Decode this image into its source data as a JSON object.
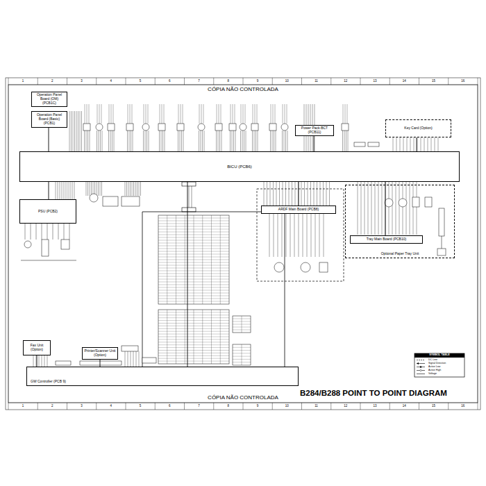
{
  "diagram": {
    "title": "B284/B288 POINT TO POINT DIAGRAM",
    "nodes": [
      {
        "text": [
          "Operation Panel Board (OM) (PCB1C)"
        ]
      },
      {
        "text": [
          "Operation Panel Board (Basic) (PCB1)"
        ]
      },
      {
        "text": [
          "Power Pack-BCT (PCB11)"
        ]
      },
      {
        "text": [
          "Key Card (Option)"
        ]
      },
      {
        "text": [
          "BICU (PCB6)"
        ]
      },
      {
        "text": [
          "PSU (PCB2)"
        ]
      },
      {
        "text": [
          "ARDF Main Board (PCB8)"
        ]
      },
      {
        "text": [
          "Optional Paper Tray Unit"
        ]
      },
      {
        "text": [
          "Tray Main Board (PCB10)"
        ],
        "in": 7
      },
      {
        "text": [
          "Fax Unit (Option)"
        ]
      },
      {
        "text": [
          "Printer/Scanner Unit (Option)"
        ]
      },
      {
        "text": [
          "GW Controller (PCB 9)"
        ]
      }
    ],
    "edges": [
      {
        "from": 1,
        "to": 4,
        "arrow": "none"
      },
      {
        "from": 2,
        "to": 4,
        "arrow": "none"
      },
      {
        "from": 3,
        "to": 4,
        "arrow": "none"
      },
      {
        "from": 4,
        "to": 5,
        "arrow": "none"
      },
      {
        "from": 4,
        "to": 6,
        "arrow": "none"
      },
      {
        "from": 4,
        "to": 8,
        "arrow": "none"
      },
      {
        "from": 4,
        "to": 11,
        "arrow": "none"
      },
      {
        "from": 9,
        "to": 11,
        "arrow": "none"
      },
      {
        "from": 10,
        "to": 11,
        "arrow": "none"
      }
    ],
    "labels": [
      "CÓPIA NÃO CONTROLADA",
      "CÓPIA NÃO CONTROLADA",
      "1",
      "2",
      "3",
      "4",
      "5",
      "6",
      "7",
      "8",
      "9",
      "10",
      "11",
      "12",
      "13",
      "14",
      "15",
      "16",
      "1",
      "2",
      "3",
      "4",
      "5",
      "6",
      "7",
      "8",
      "9",
      "10",
      "11",
      "12",
      "13",
      "14",
      "15",
      "16",
      "SYMBOL TABLE"
    ],
    "legend": [
      {
        "text": "DC Line"
      },
      {
        "text": "Signal Direction"
      },
      {
        "text": "Active Low"
      },
      {
        "text": "Active High"
      },
      {
        "text": "Voltage"
      }
    ]
  }
}
